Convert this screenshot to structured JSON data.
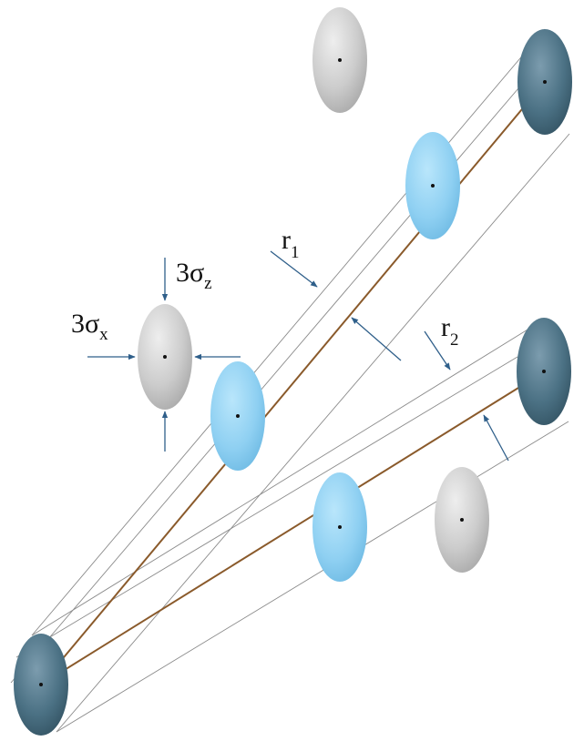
{
  "labels": {
    "r1": {
      "main": "r",
      "sub": "1"
    },
    "r2": {
      "main": "r",
      "sub": "2"
    },
    "sigma_z": {
      "main": "3σ",
      "sub": "z"
    },
    "sigma_x": {
      "main": "3σ",
      "sub": "x"
    }
  },
  "colors": {
    "grey": "#c8c8c8",
    "light_blue": "#8fd0f2",
    "dark_blue": "#3f6577",
    "line_brown": "#8a5a2b",
    "outline": "#8a8a8a",
    "arrow": "#2f5f8a"
  }
}
